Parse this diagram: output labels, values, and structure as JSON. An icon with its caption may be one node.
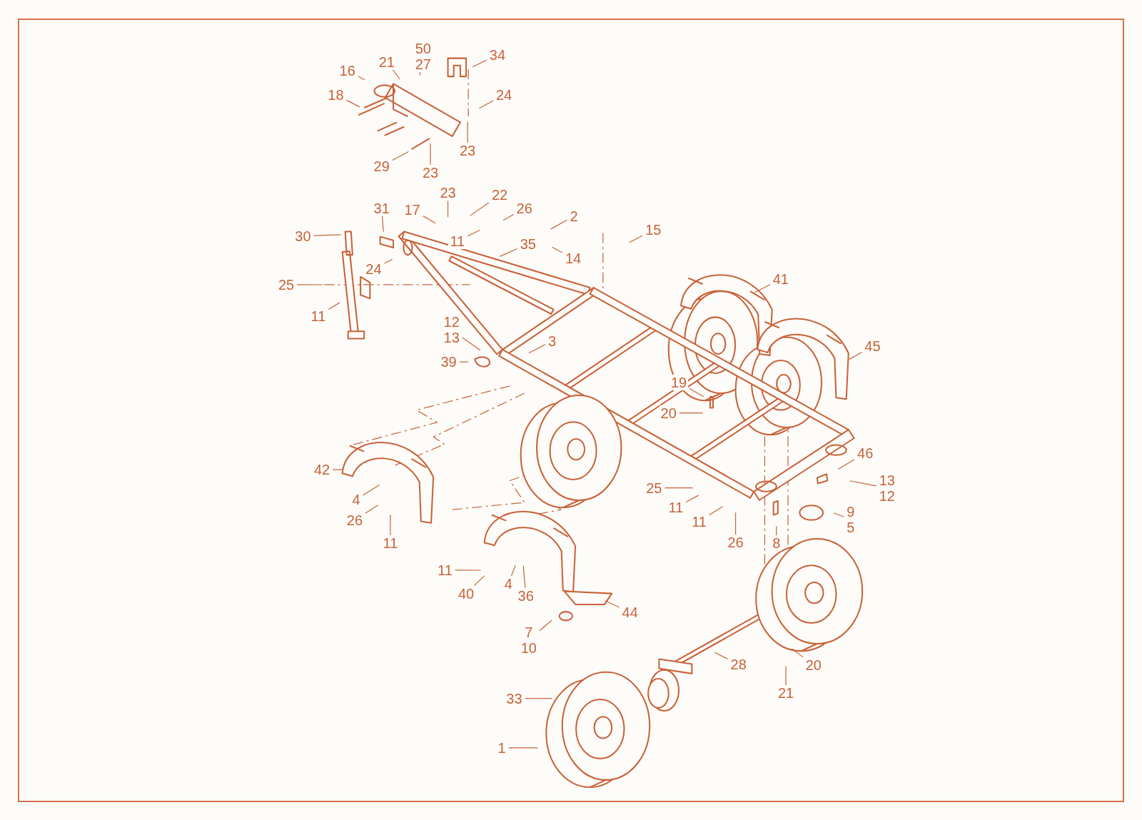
{
  "diagram": {
    "nodes": [
      {
        "text": [
          "50",
          "27"
        ]
      },
      {
        "text": [
          "21"
        ]
      },
      {
        "text": [
          "34"
        ]
      },
      {
        "text": [
          "16"
        ]
      },
      {
        "text": [
          "18"
        ]
      },
      {
        "text": [
          "24"
        ]
      },
      {
        "text": [
          "23"
        ]
      },
      {
        "text": [
          "29"
        ]
      },
      {
        "text": [
          "23"
        ]
      },
      {
        "text": [
          "31"
        ]
      },
      {
        "text": [
          "17"
        ]
      },
      {
        "text": [
          "23"
        ]
      },
      {
        "text": [
          "22"
        ]
      },
      {
        "text": [
          "26"
        ]
      },
      {
        "text": [
          "2"
        ]
      },
      {
        "text": [
          "30"
        ]
      },
      {
        "text": [
          "11"
        ]
      },
      {
        "text": [
          "35"
        ]
      },
      {
        "text": [
          "14"
        ]
      },
      {
        "text": [
          "15"
        ]
      },
      {
        "text": [
          "24"
        ]
      },
      {
        "text": [
          "25"
        ]
      },
      {
        "text": [
          "11"
        ]
      },
      {
        "text": [
          "41"
        ]
      },
      {
        "text": [
          "12",
          "13"
        ]
      },
      {
        "text": [
          "3"
        ]
      },
      {
        "text": [
          "39"
        ]
      },
      {
        "text": [
          "45"
        ]
      },
      {
        "text": [
          "19"
        ]
      },
      {
        "text": [
          "20"
        ]
      },
      {
        "text": [
          "46"
        ]
      },
      {
        "text": [
          "13",
          "12"
        ]
      },
      {
        "text": [
          "42"
        ]
      },
      {
        "text": [
          "25"
        ]
      },
      {
        "text": [
          "4"
        ]
      },
      {
        "text": [
          "11"
        ]
      },
      {
        "text": [
          "9",
          "5"
        ]
      },
      {
        "text": [
          "26"
        ]
      },
      {
        "text": [
          "11"
        ]
      },
      {
        "text": [
          "11"
        ]
      },
      {
        "text": [
          "26"
        ]
      },
      {
        "text": [
          "8"
        ]
      },
      {
        "text": [
          "11"
        ]
      },
      {
        "text": [
          "4"
        ]
      },
      {
        "text": [
          "40"
        ]
      },
      {
        "text": [
          "36"
        ]
      },
      {
        "text": [
          "44"
        ]
      },
      {
        "text": [
          "7",
          "10"
        ]
      },
      {
        "text": [
          "28"
        ]
      },
      {
        "text": [
          "20"
        ]
      },
      {
        "text": [
          "21"
        ]
      },
      {
        "text": [
          "33"
        ]
      },
      {
        "text": [
          "1"
        ]
      }
    ],
    "edges": [
      {
        "from": 0,
        "to": null,
        "arrow": "none"
      },
      {
        "from": 1,
        "to": null,
        "arrow": "none"
      },
      {
        "from": 2,
        "to": null,
        "arrow": "none"
      },
      {
        "from": 3,
        "to": null,
        "arrow": "none"
      },
      {
        "from": 4,
        "to": null,
        "arrow": "none"
      },
      {
        "from": 5,
        "to": null,
        "arrow": "none"
      },
      {
        "from": 6,
        "to": null,
        "arrow": "none"
      },
      {
        "from": 7,
        "to": null,
        "arrow": "none"
      },
      {
        "from": 8,
        "to": null,
        "arrow": "none"
      },
      {
        "from": 9,
        "to": null,
        "arrow": "none"
      },
      {
        "from": 10,
        "to": null,
        "arrow": "none"
      },
      {
        "from": 11,
        "to": null,
        "arrow": "none"
      },
      {
        "from": 12,
        "to": null,
        "arrow": "none"
      },
      {
        "from": 13,
        "to": null,
        "arrow": "none"
      },
      {
        "from": 14,
        "to": null,
        "arrow": "none"
      },
      {
        "from": 15,
        "to": null,
        "arrow": "none"
      },
      {
        "from": 16,
        "to": null,
        "arrow": "none"
      },
      {
        "from": 17,
        "to": null,
        "arrow": "none"
      },
      {
        "from": 18,
        "to": null,
        "arrow": "none"
      },
      {
        "from": 19,
        "to": null,
        "arrow": "none"
      },
      {
        "from": 20,
        "to": null,
        "arrow": "none"
      },
      {
        "from": 21,
        "to": null,
        "arrow": "none"
      },
      {
        "from": 22,
        "to": null,
        "arrow": "none"
      },
      {
        "from": 23,
        "to": null,
        "arrow": "none"
      },
      {
        "from": 24,
        "to": null,
        "arrow": "none"
      },
      {
        "from": 25,
        "to": null,
        "arrow": "none"
      },
      {
        "from": 26,
        "to": null,
        "arrow": "none"
      },
      {
        "from": 27,
        "to": null,
        "arrow": "none"
      },
      {
        "from": 28,
        "to": null,
        "arrow": "none"
      },
      {
        "from": 29,
        "to": null,
        "arrow": "none"
      },
      {
        "from": 30,
        "to": null,
        "arrow": "none"
      },
      {
        "from": 31,
        "to": null,
        "arrow": "none"
      },
      {
        "from": 32,
        "to": null,
        "arrow": "none"
      },
      {
        "from": 33,
        "to": null,
        "arrow": "none"
      },
      {
        "from": 34,
        "to": null,
        "arrow": "none"
      },
      {
        "from": 35,
        "to": null,
        "arrow": "none"
      },
      {
        "from": 36,
        "to": null,
        "arrow": "none"
      },
      {
        "from": 37,
        "to": null,
        "arrow": "none"
      },
      {
        "from": 38,
        "to": null,
        "arrow": "none"
      },
      {
        "from": 39,
        "to": null,
        "arrow": "none"
      },
      {
        "from": 40,
        "to": null,
        "arrow": "none"
      },
      {
        "from": 41,
        "to": null,
        "arrow": "none"
      },
      {
        "from": 42,
        "to": null,
        "arrow": "none"
      },
      {
        "from": 43,
        "to": null,
        "arrow": "none"
      },
      {
        "from": 44,
        "to": null,
        "arrow": "none"
      },
      {
        "from": 45,
        "to": null,
        "arrow": "none"
      },
      {
        "from": 46,
        "to": null,
        "arrow": "none"
      },
      {
        "from": 47,
        "to": null,
        "arrow": "none"
      },
      {
        "from": 48,
        "to": null,
        "arrow": "none"
      },
      {
        "from": 49,
        "to": null,
        "arrow": "none"
      },
      {
        "from": 50,
        "to": null,
        "arrow": "none"
      },
      {
        "from": 51,
        "to": null,
        "arrow": "none"
      },
      {
        "from": 52,
        "to": null,
        "arrow": "none"
      }
    ]
  }
}
